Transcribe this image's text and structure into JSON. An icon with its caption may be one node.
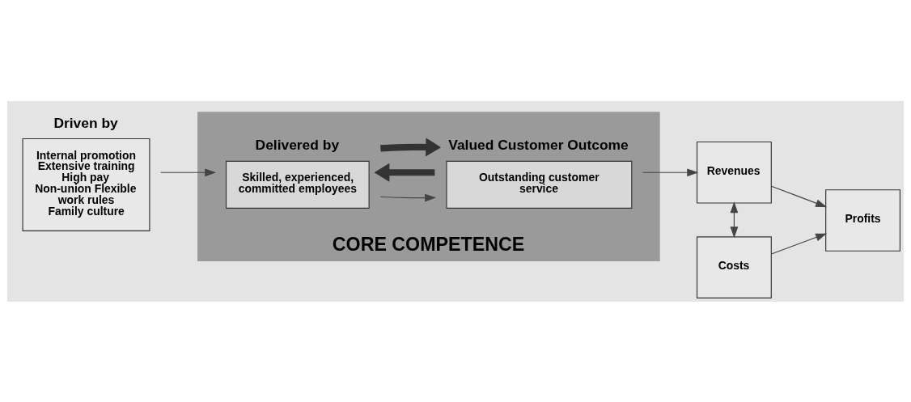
{
  "diagram": {
    "nodes": [
      {
        "text": [
          "CORE COMPETENCE"
        ]
      },
      {
        "text": [
          "Driven by",
          "Internal promotion Extensive training High pay Non-union Flexible work rules Family culture"
        ]
      },
      {
        "text": [
          "Delivered by",
          "Skilled, experienced, committed employees"
        ],
        "in": 0
      },
      {
        "text": [
          "Valued Customer Outcome",
          "Outstanding customer service"
        ],
        "in": 0
      },
      {
        "text": [
          "Revenues"
        ]
      },
      {
        "text": [
          "Costs"
        ]
      },
      {
        "text": [
          "Profits"
        ]
      }
    ],
    "edges": [
      {
        "from": 1,
        "to": 2,
        "arrow": "to"
      },
      {
        "from": 3,
        "to": 2,
        "arrow": "to",
        "style": "thick"
      },
      {
        "from": 2,
        "to": 3,
        "arrow": "to"
      },
      {
        "from": 2,
        "to": 3,
        "arrow": "to",
        "style": "thick"
      },
      {
        "from": 3,
        "to": 4,
        "arrow": "to"
      },
      {
        "from": 4,
        "to": 5,
        "arrow": "both"
      },
      {
        "from": 4,
        "to": 6,
        "arrow": "to"
      },
      {
        "from": 5,
        "to": 6,
        "arrow": "to"
      }
    ]
  }
}
